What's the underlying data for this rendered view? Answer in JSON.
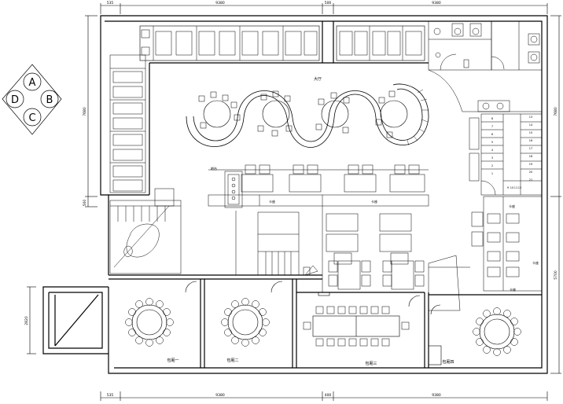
{
  "dimensions": {
    "top": [
      "535",
      "9380",
      "500",
      "9380"
    ],
    "bottom": [
      "535",
      "9380",
      "400",
      "9380"
    ],
    "left": [
      "7680",
      "500"
    ],
    "left_annex": "2820",
    "right": [
      "7680",
      "5700"
    ]
  },
  "rooms": {
    "hall": "大厅",
    "private_1": "包厢一",
    "private_2": "包厢二",
    "private_3": "包厢三",
    "private_4": "包厢四"
  },
  "labels": {
    "card_seat_a": "卡座",
    "card_seat_b": "卡座",
    "card_seat_c": "卡座",
    "card_seat_d": "卡座",
    "card_seat_e": "卡座",
    "counter": "吧台"
  },
  "compass": {
    "a": "A",
    "b": "B",
    "c": "C",
    "d": "D"
  },
  "stair_numbers": [
    "1",
    "2",
    "3",
    "4",
    "5",
    "6",
    "7",
    "8",
    "9",
    "10",
    "11",
    "12",
    "13",
    "14",
    "15",
    "16",
    "17",
    "18",
    "19",
    "20",
    "21"
  ]
}
